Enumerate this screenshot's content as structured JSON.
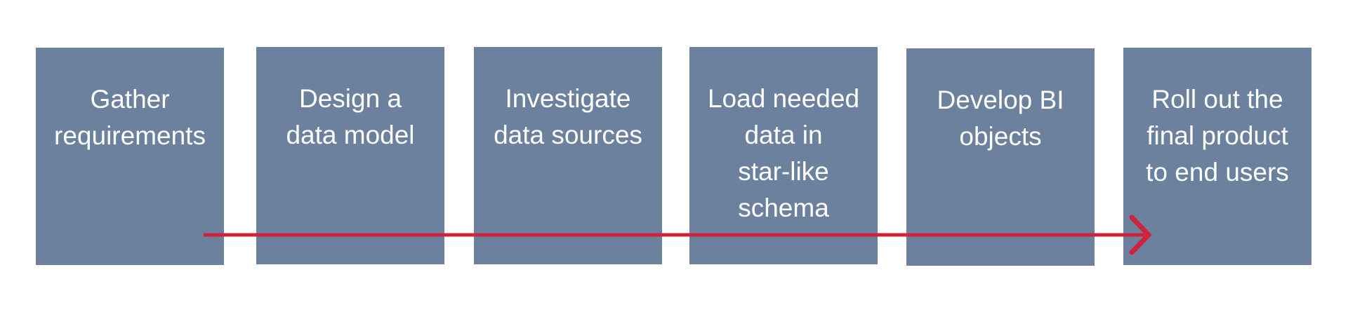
{
  "colors": {
    "box_fill": "#6b819e",
    "box_text": "#ffffff",
    "arrow": "#d1223c",
    "background": "#ffffff"
  },
  "steps": [
    {
      "lines": [
        "Gather",
        "requirements"
      ]
    },
    {
      "lines": [
        "Design a",
        "data model"
      ]
    },
    {
      "lines": [
        "Investigate",
        "data sources"
      ]
    },
    {
      "lines": [
        "Load needed",
        "data in",
        "star-like",
        "schema"
      ]
    },
    {
      "lines": [
        "Develop BI",
        "objects"
      ]
    },
    {
      "lines": [
        "Roll out the",
        "final product",
        "to end users"
      ]
    }
  ]
}
